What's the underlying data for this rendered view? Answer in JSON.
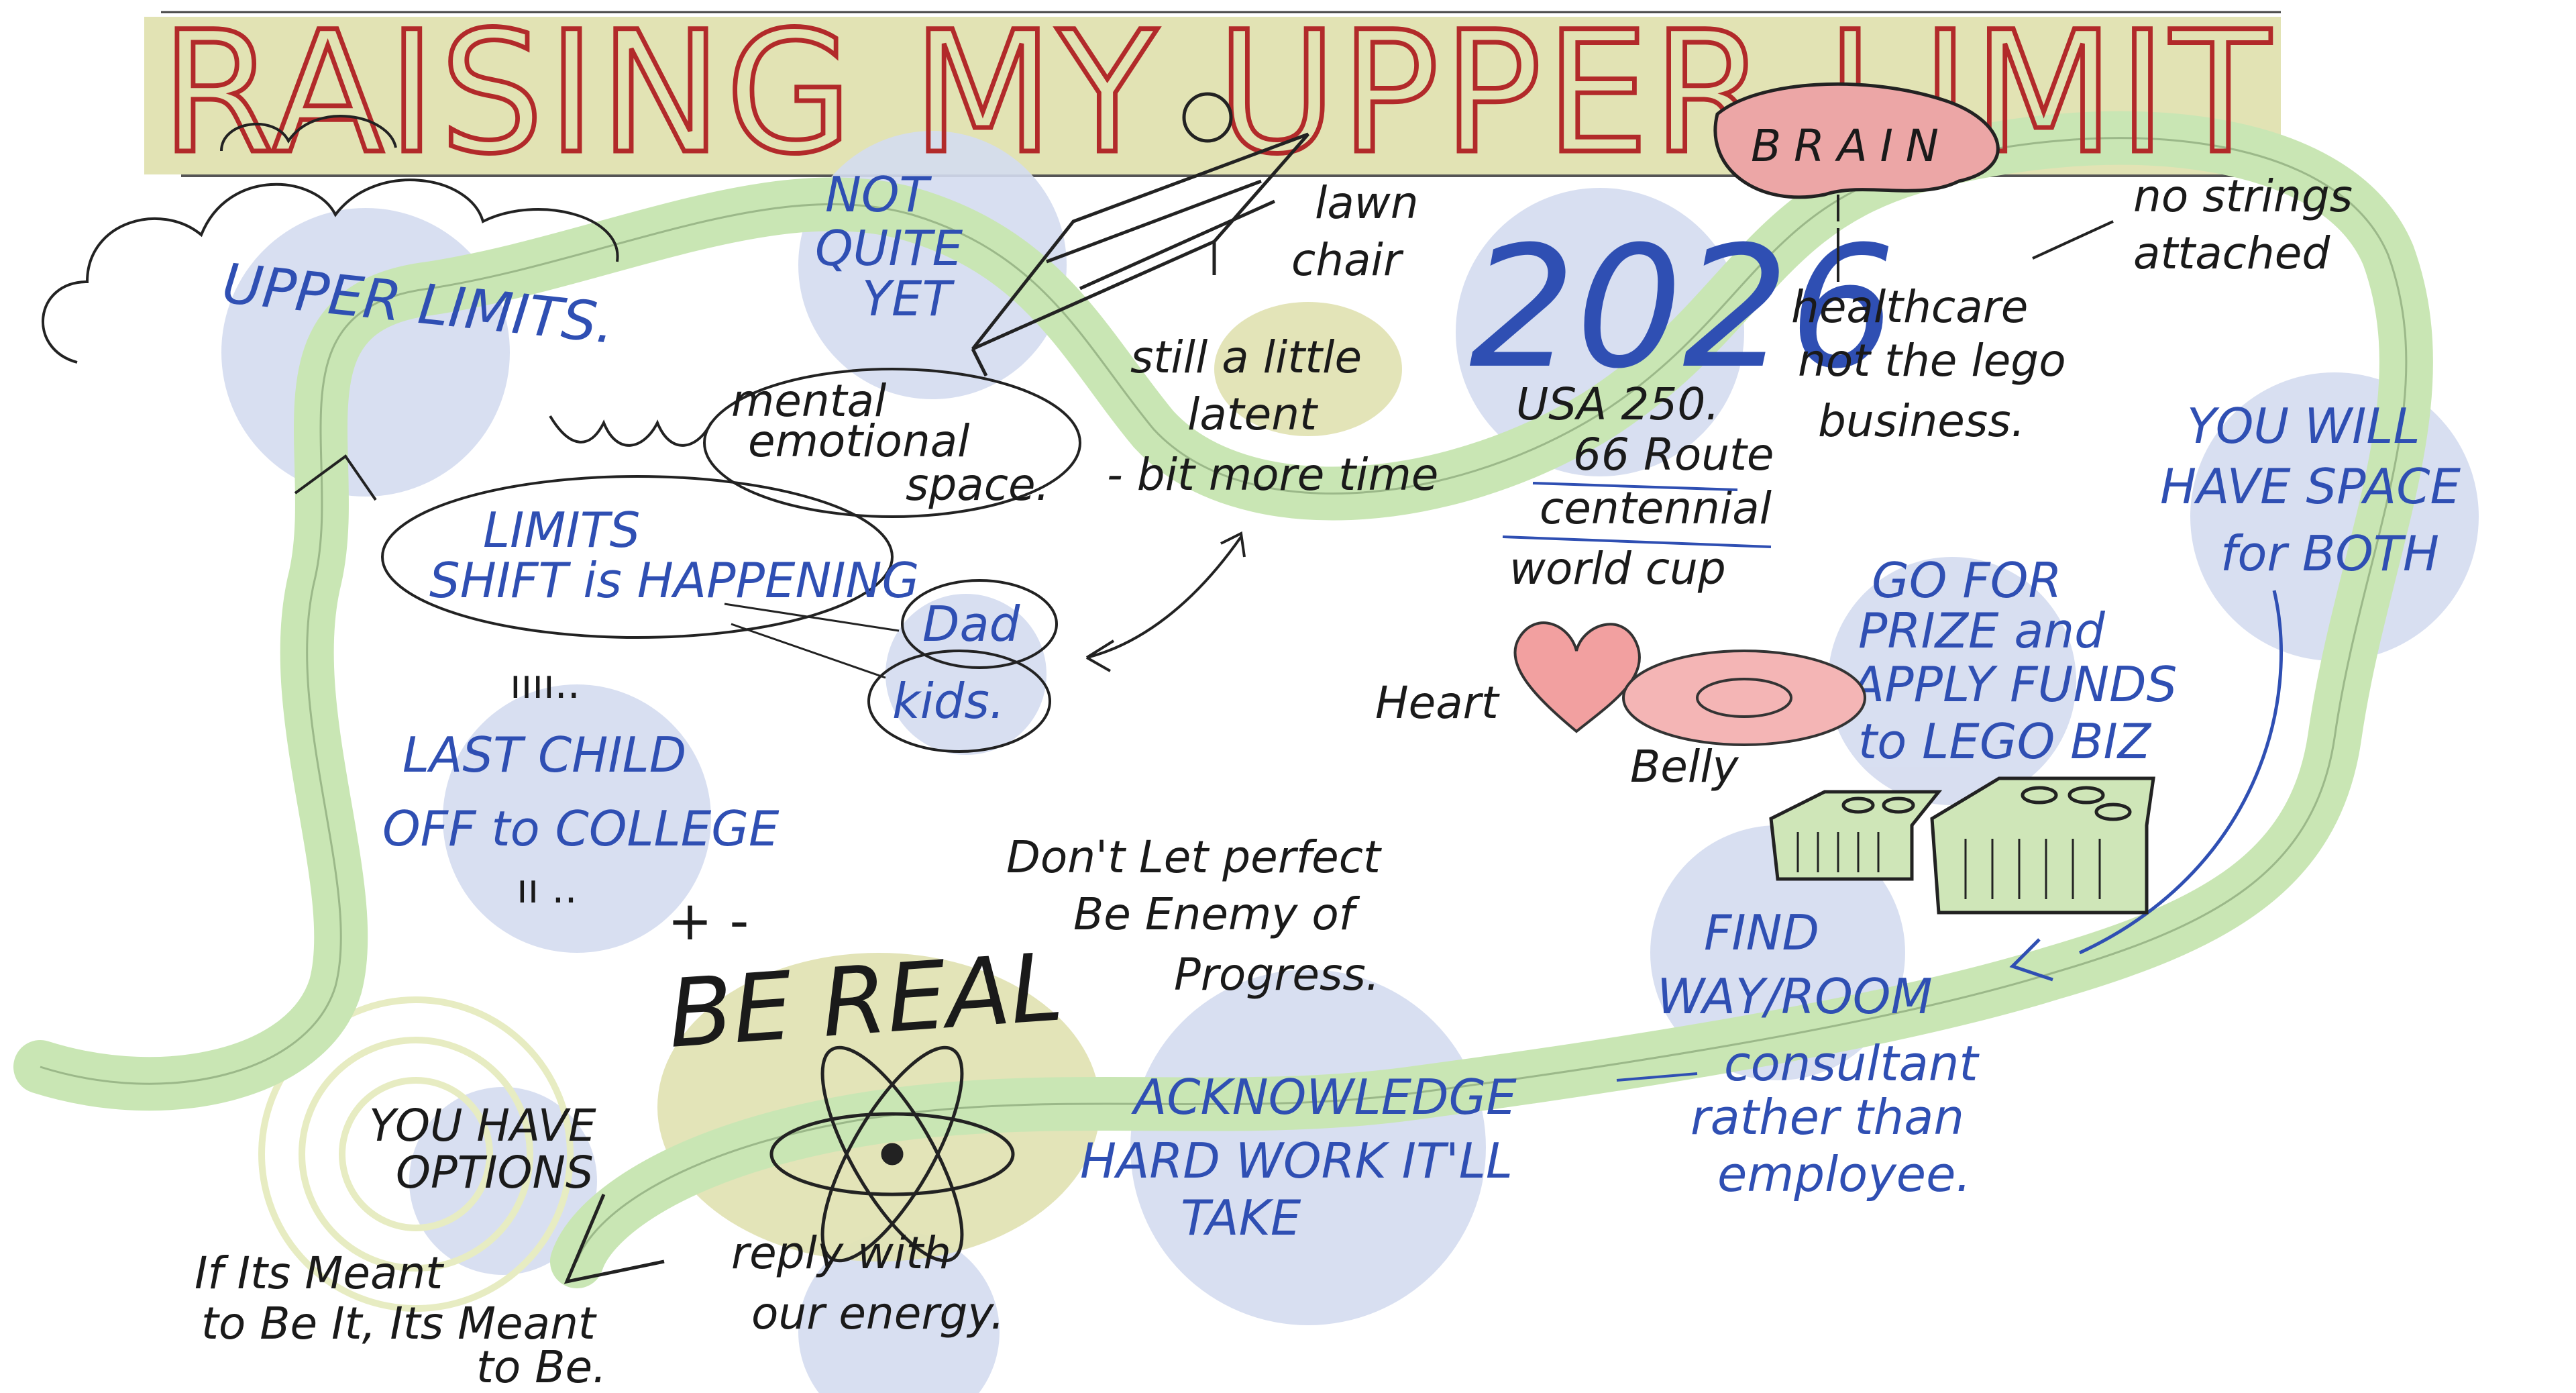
{
  "title": "RAISING MY UPPER LIMIT",
  "year": "2026",
  "notes": {
    "upper_limits": "UPPER LIMITS.",
    "not_quite_yet_1": "NOT",
    "not_quite_yet_2": "QUITE",
    "not_quite_yet_3": "YET",
    "lawn_chair_1": "lawn",
    "lawn_chair_2": "chair",
    "still_latent_1": "still a little",
    "still_latent_2": "latent",
    "bit_more_time": "- bit more time",
    "mental_space_1": "mental",
    "mental_space_2": "emotional",
    "mental_space_3": "space.",
    "limits_shift_1": "LIMITS",
    "limits_shift_2": "SHIFT is HAPPENING",
    "dad": "Dad",
    "kids": "kids.",
    "usa_250": "USA 250.",
    "route_66_1": "66 Route",
    "route_66_2": "centennial",
    "world_cup": "world cup",
    "brain": "BRAIN",
    "no_strings_1": "no strings",
    "no_strings_2": "attached",
    "healthcare_1": "healthcare",
    "healthcare_2": "not the lego",
    "healthcare_3": "business.",
    "space_for_both_1": "YOU WILL",
    "space_for_both_2": "HAVE SPACE",
    "space_for_both_3": "for BOTH",
    "go_for_prize_1": "GO FOR",
    "go_for_prize_2": "PRIZE and",
    "go_for_prize_3": "APPLY FUNDS",
    "go_for_prize_4": "to LEGO BIZ",
    "heart": "Heart",
    "belly": "Belly",
    "last_child_1": "LAST CHILD",
    "last_child_2": "OFF to COLLEGE",
    "plus_minus": "+ -",
    "dont_let_1": "Don't Let perfect",
    "dont_let_2": "Be Enemy of",
    "dont_let_3": "Progress.",
    "be_real": "BE REAL",
    "find_way_1": "FIND",
    "find_way_2": "WAY/ROOM",
    "find_way_3": "consultant",
    "find_way_4": "rather than",
    "find_way_5": "employee.",
    "acknowledge_1": "ACKNOWLEDGE",
    "acknowledge_2": "HARD WORK IT'LL",
    "acknowledge_3": "TAKE",
    "you_have_options_1": "YOU HAVE",
    "you_have_options_2": "OPTIONS",
    "reply_energy_1": "reply with",
    "reply_energy_2": "our energy.",
    "meant_to_be_1": "If Its Meant",
    "meant_to_be_2": "to Be It, Its Meant",
    "meant_to_be_3": "to Be."
  },
  "colors": {
    "title_red": "#b22a2a",
    "title_band": "#e2e3b4",
    "path_green": "#c9e6b4",
    "bubble_blue": "#d4dbef",
    "blue_ink": "#2f4fb3",
    "heart_pink": "#f2a0a0"
  },
  "icons": [
    "lawn-chair-icon",
    "heart-icon",
    "belly-icon",
    "brain-icon",
    "lego-brick-icon",
    "atom-icon",
    "cloud-icon",
    "arrow-icon"
  ]
}
